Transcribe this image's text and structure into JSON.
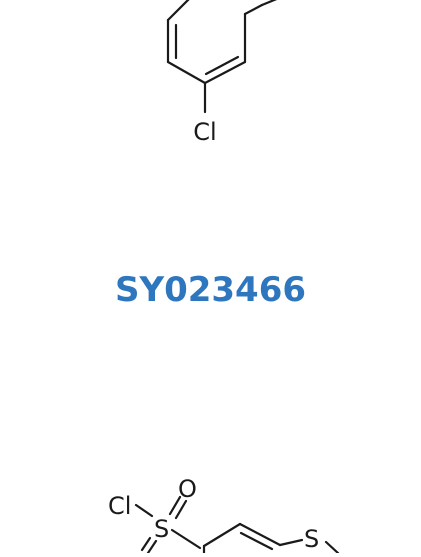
{
  "molecule_top": {
    "substituent_label": "Cl"
  },
  "catalog": {
    "code": "SY023466",
    "color": "#2e77bf"
  },
  "molecule_bottom": {
    "chlorine_label": "Cl",
    "sulfur_sulfonyl_label": "S",
    "oxygen_label": "O",
    "sulfur_ring_label": "S"
  }
}
